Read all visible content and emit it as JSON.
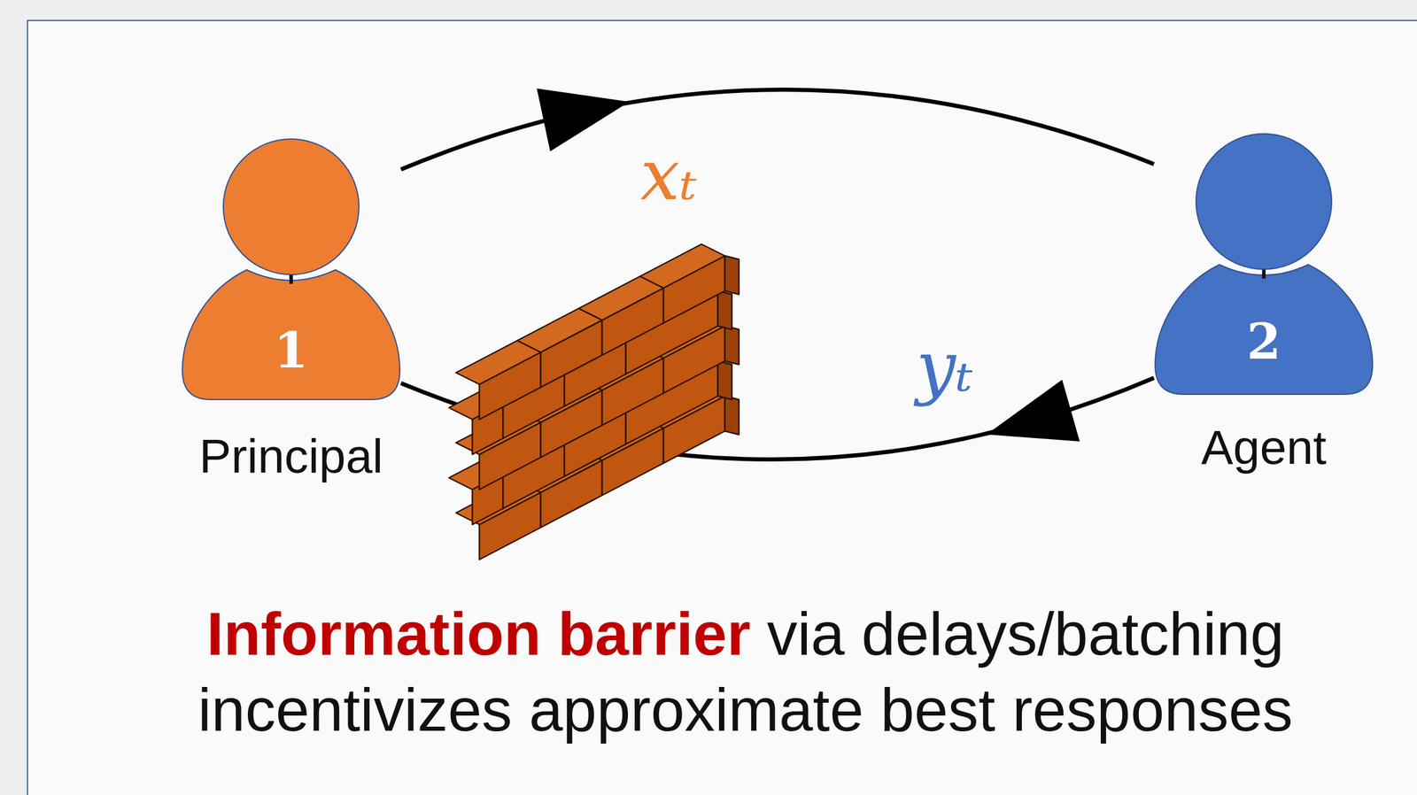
{
  "diagram": {
    "nodes": [
      {
        "text": [
          "1",
          "Principal"
        ]
      },
      {
        "text": [
          "2",
          "Agent"
        ]
      }
    ],
    "edges": [
      {
        "from": 0,
        "to": 1,
        "arrow": "to",
        "label": "xₜ"
      },
      {
        "from": 1,
        "to": 0,
        "arrow": "to",
        "label": "yₜ"
      }
    ],
    "labels": [
      "Information barrier",
      "via delays/batching incentivizes approximate best responses"
    ]
  }
}
